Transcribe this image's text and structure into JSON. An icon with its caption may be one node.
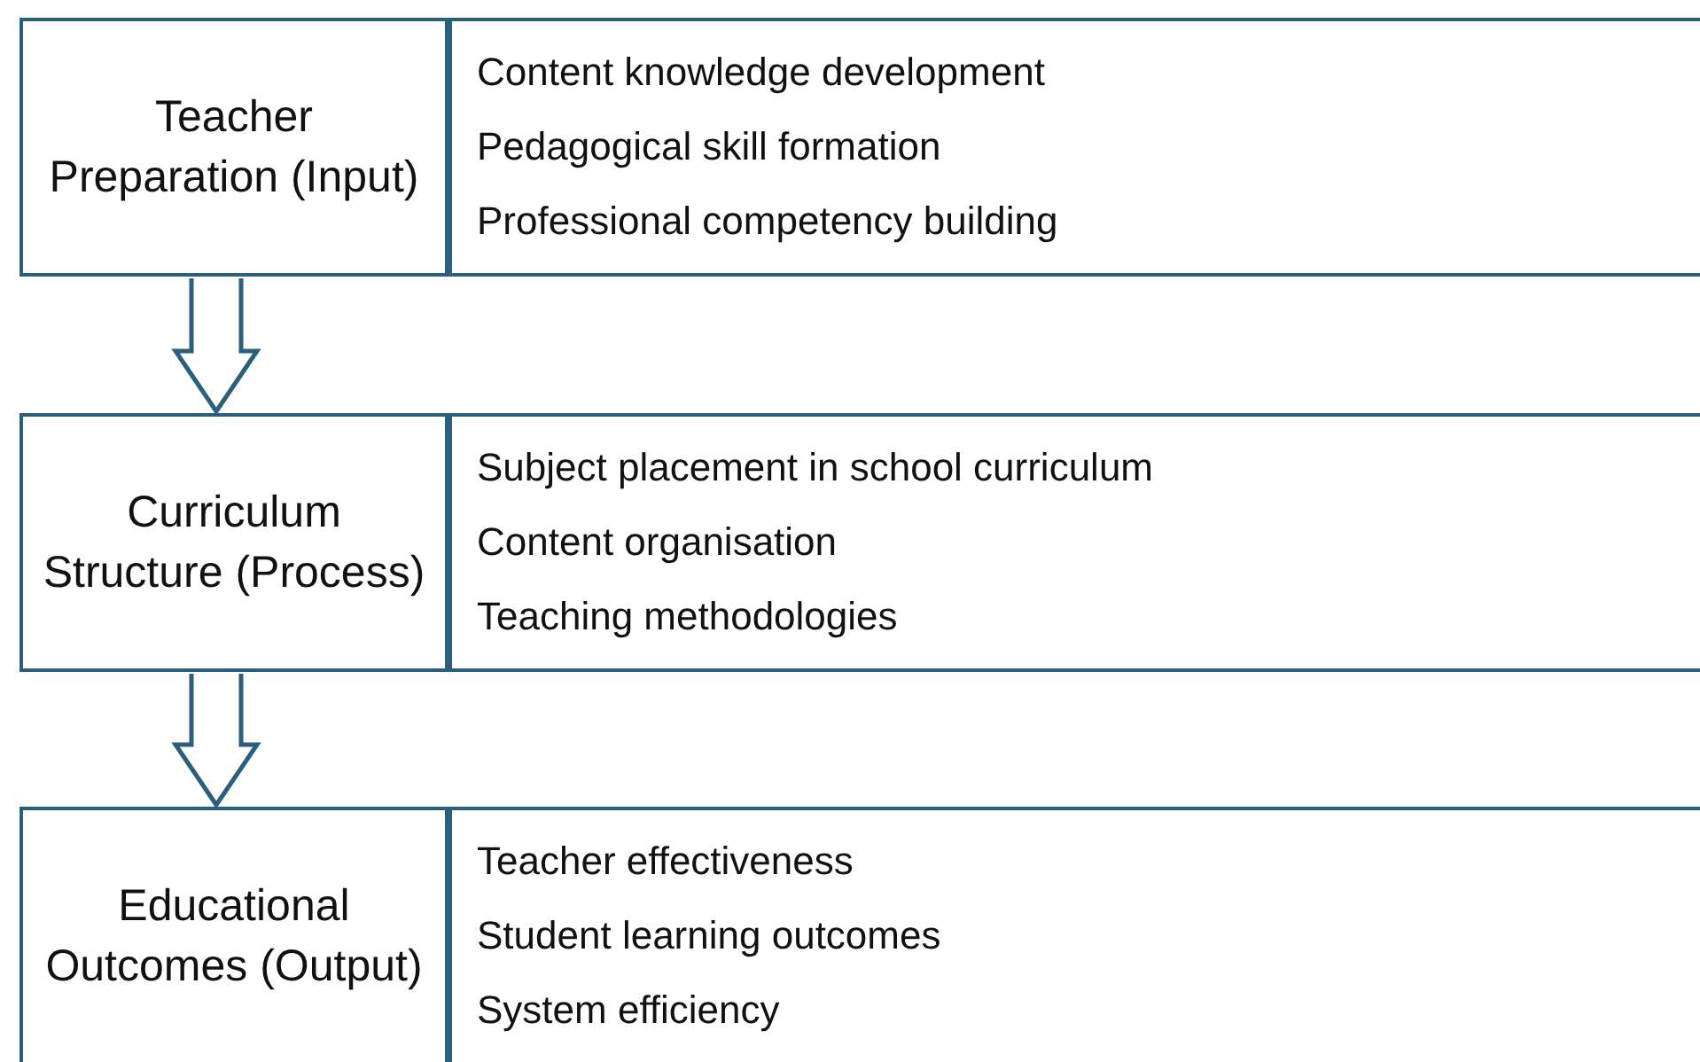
{
  "diagram": {
    "nodes": [
      {
        "text": [
          "Teacher Preparation (Input)"
        ]
      },
      {
        "text": [
          "Content knowledge development",
          "Pedagogical skill formation",
          "Professional competency building"
        ]
      },
      {
        "text": [
          "Curriculum Structure (Process)"
        ]
      },
      {
        "text": [
          "Subject placement in school curriculum",
          "Content organisation",
          "Teaching methodologies"
        ]
      },
      {
        "text": [
          "Educational Outcomes (Output)"
        ]
      },
      {
        "text": [
          "Teacher effectiveness",
          "Student learning outcomes",
          "System efficiency"
        ]
      }
    ],
    "edges": [
      {
        "from": 0,
        "to": 2,
        "arrow": "to"
      },
      {
        "from": 2,
        "to": 4,
        "arrow": "to"
      }
    ]
  }
}
